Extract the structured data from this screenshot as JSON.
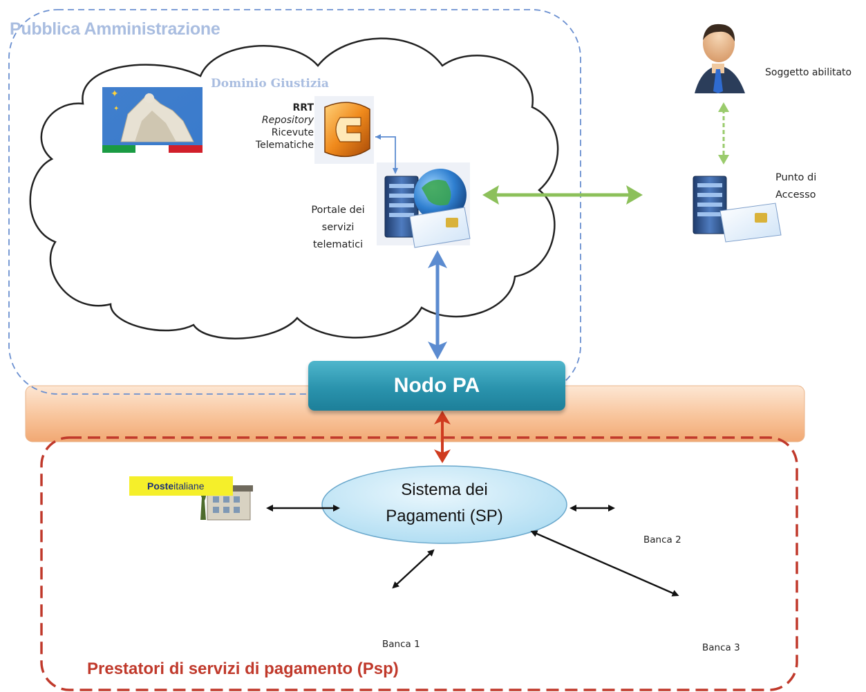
{
  "pubblica_amministrazione": {
    "title": "Pubblica Amministrazione"
  },
  "dominio": {
    "title": "Dominio Giustizia",
    "rrt": {
      "abbr": "RRT",
      "line1": "Repository",
      "line2": "Ricevute",
      "line3": "Telematiche"
    },
    "portale": {
      "line1": "Portale dei",
      "line2": "servizi",
      "line3": "telematici"
    }
  },
  "soggetto": {
    "label": "Soggetto abilitato"
  },
  "punto_accesso": {
    "line1": "Punto di",
    "line2": "Accesso"
  },
  "nodo": {
    "label": "Nodo PA"
  },
  "sistema_pagamenti": {
    "line1": "Sistema dei",
    "line2": "Pagamenti (SP)"
  },
  "psp": {
    "title": "Prestatori di servizi di pagamento (Psp)",
    "poste": {
      "brand_bold": "Poste",
      "brand_light": "italiane"
    },
    "banca1": "Banca 1",
    "banca2": "Banca 2",
    "banca3": "Banca 3"
  },
  "colors": {
    "pa_border": "#6a8fd0",
    "psp_border": "#c0392b",
    "nodo_fill": "#2a93ad",
    "band_fill": "#f7c9a2",
    "green_arrow": "#8cc05a",
    "blue_arrow": "#5b8bd0",
    "red_arrow": "#cf3b1f",
    "sp_fill": "#c9e9f7"
  }
}
